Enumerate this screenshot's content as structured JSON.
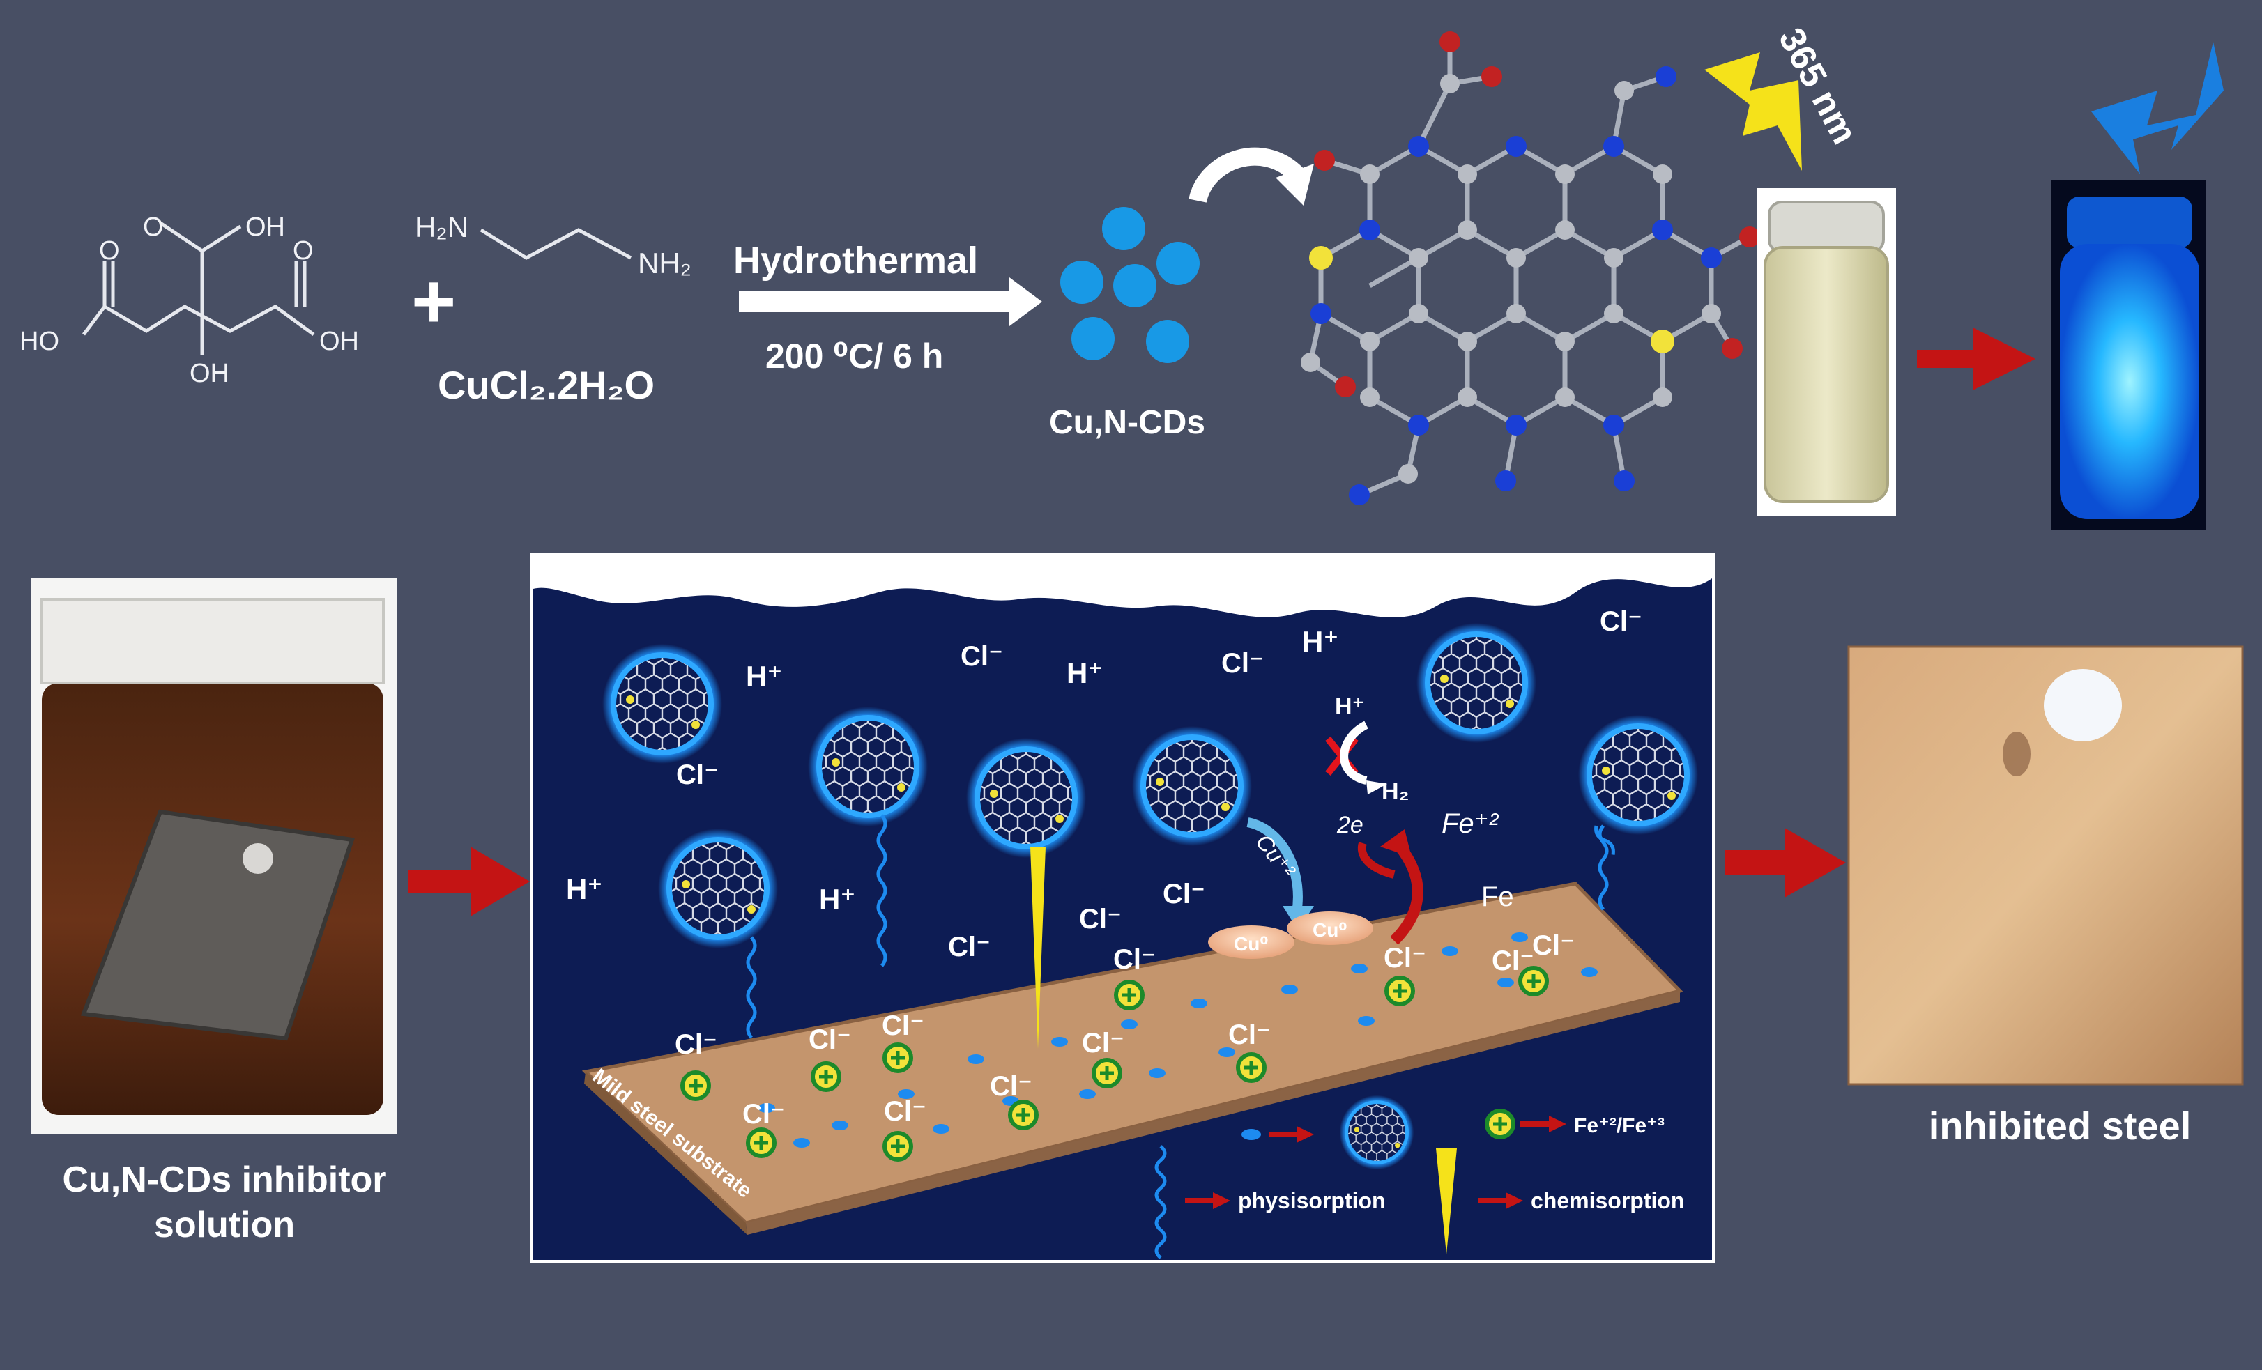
{
  "colors": {
    "background": "#484f64",
    "panel": "#0d1c54",
    "bond": "#aab0bc",
    "carbon": "#b8bcc4",
    "nitrogen": "#1a3fd6",
    "oxygen": "#c22222",
    "sulfur": "#f2e23a",
    "dot_blue": "#1899e6",
    "arrow_red": "#c41414",
    "uv_bolt_yellow": "#f5e21a",
    "uv_bolt_blue": "#1a7fe0",
    "vial_glow": "#1aa6ff",
    "steel_plate": "#c4956d"
  },
  "reactants": {
    "citric_acid": {
      "carboxyl_o_left": "O",
      "carboxyl_ho_left": "HO",
      "carboxyl_o_center": "O",
      "carboxyl_oh_center": "OH",
      "carboxyl_o_right": "O",
      "carboxyl_oh_right": "OH",
      "hydroxyl": "OH"
    },
    "plus": "+",
    "ethylenediamine": {
      "left_amine": "H₂N",
      "right_amine": "NH₂"
    },
    "copper_salt": "CuCl₂.2H₂O"
  },
  "reaction": {
    "method": "Hydrothermal",
    "conditions": "200 ⁰C/ 6 h"
  },
  "product_label": "Cu,N-CDs",
  "uv_label": "365 nm",
  "beaker_caption": {
    "line1": "Cu,N-CDs inhibitor",
    "line2": "solution"
  },
  "mechanism": {
    "h_plus": "H⁺",
    "cl_minus": "Cl⁻",
    "h2": "H₂",
    "electrons": "2e",
    "cu_ion": "Cu⁺²",
    "cu_zero": "Cu⁰",
    "fe": "Fe",
    "fe_ion": "Fe⁺²",
    "substrate": "Mild steel substrate"
  },
  "legend": {
    "fe_ions": "Fe⁺²/Fe⁺³",
    "physisorption": "physisorption",
    "chemisorption": "chemisorption"
  },
  "result_caption": "inhibited steel"
}
